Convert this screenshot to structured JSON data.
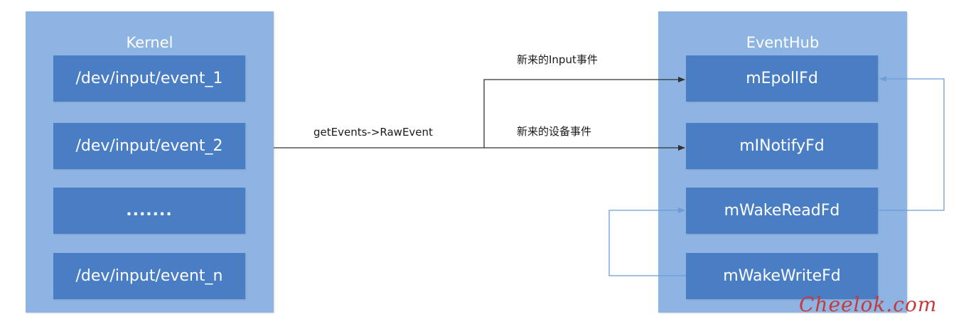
{
  "kernel": {
    "title": "Kernel",
    "items": [
      "/dev/input/event_1",
      "/dev/input/event_2",
      ".......",
      "/dev/input/event_n"
    ]
  },
  "eventhub": {
    "title": "EventHub",
    "items": [
      "mEpollFd",
      "mINotifyFd",
      "mWakeReadFd",
      "mWakeWriteFd"
    ]
  },
  "edges": {
    "get_events": "getEvents->RawEvent",
    "new_input_event": "新来的Input事件",
    "new_device_event": "新来的设备事件"
  },
  "colors": {
    "panel": "#8eb4e3",
    "box": "#4a7ec4",
    "line": "#333333",
    "loop_line": "#6f9bd6"
  },
  "watermark": "Cheelok.com"
}
